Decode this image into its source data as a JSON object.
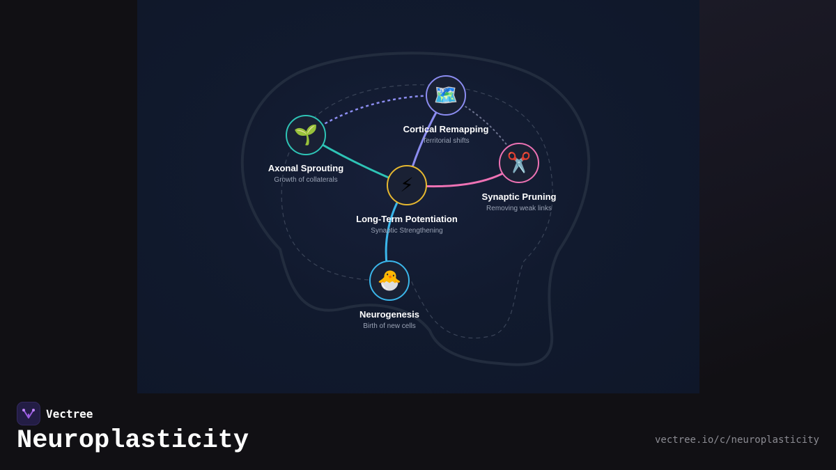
{
  "brand": {
    "name": "Vectree",
    "icon": "vectree-logo-icon"
  },
  "page": {
    "title": "Neuroplasticity",
    "url": "vectree.io/c/neuroplasticity"
  },
  "diagram": {
    "nodes": [
      {
        "id": "ltp",
        "title": "Long-Term Potentiation",
        "subtitle": "Synaptic Strengthening",
        "icon": "⚡",
        "color": "#e6b830"
      },
      {
        "id": "axonal",
        "title": "Axonal Sprouting",
        "subtitle": "Growth of collaterals",
        "icon": "🌱",
        "color": "#2ec4b6"
      },
      {
        "id": "cortical",
        "title": "Cortical Remapping",
        "subtitle": "Territorial shifts",
        "icon": "🗺️",
        "color": "#8b8cf0"
      },
      {
        "id": "pruning",
        "title": "Synaptic Pruning",
        "subtitle": "Removing weak links",
        "icon": "✂️",
        "color": "#ee72b4"
      },
      {
        "id": "neurogenesis",
        "title": "Neurogenesis",
        "subtitle": "Birth of new cells",
        "icon": "🐣",
        "color": "#3bb6ea"
      }
    ],
    "edges": [
      {
        "from": "ltp",
        "to": "axonal",
        "style": "solid",
        "color": "#2ec4b6"
      },
      {
        "from": "ltp",
        "to": "cortical",
        "style": "solid",
        "color": "#8b8cf0"
      },
      {
        "from": "ltp",
        "to": "pruning",
        "style": "solid",
        "color": "#ee72b4"
      },
      {
        "from": "ltp",
        "to": "neurogenesis",
        "style": "solid",
        "color": "#3bb6ea"
      },
      {
        "from": "axonal",
        "to": "cortical",
        "style": "dashed",
        "color": "#8b8cf0"
      },
      {
        "from": "cortical",
        "to": "pruning",
        "style": "dotted",
        "color": "#6e7490"
      }
    ]
  }
}
